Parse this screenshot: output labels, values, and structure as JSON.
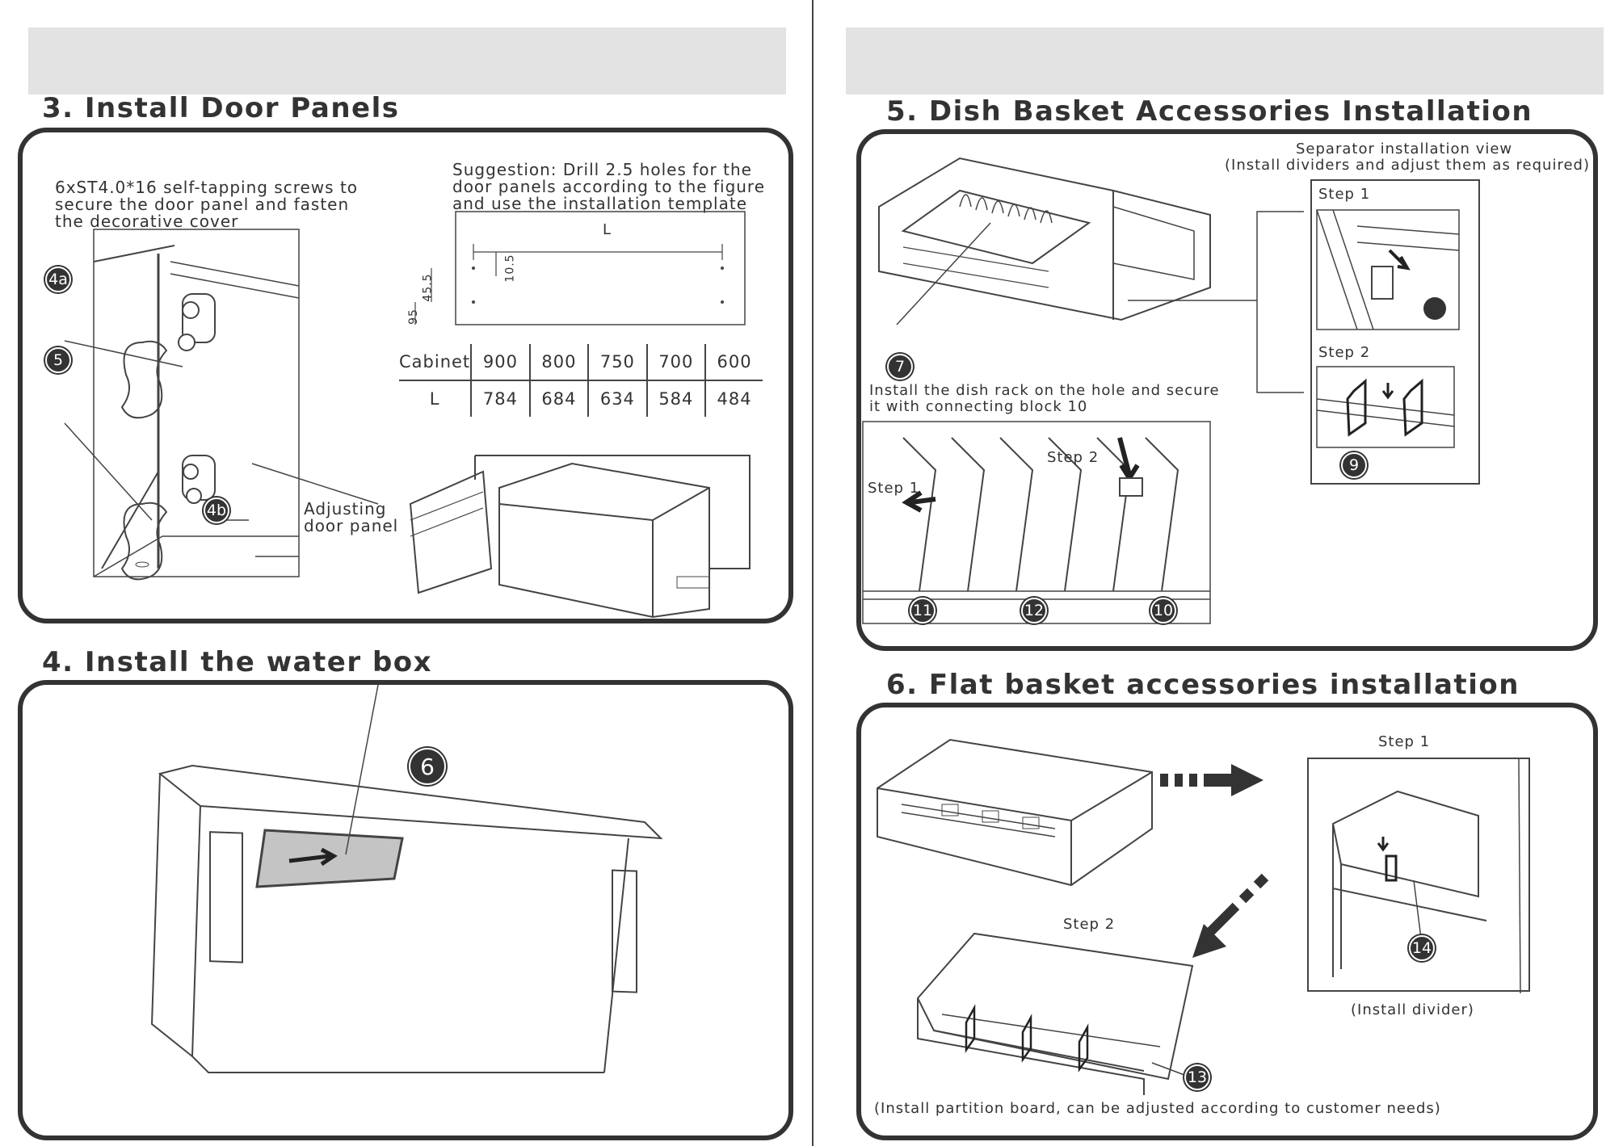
{
  "sections": {
    "door_panels": {
      "title": "3. Install Door Panels",
      "screw_note": "6xST4.0*16 self-tapping screws to secure the door panel and fasten the decorative cover",
      "suggestion": "Suggestion: Drill 2.5 holes for the door panels according to the figure and use the installation template",
      "dim_L": "L",
      "dim_105": "10.5",
      "dim_455": "45.5",
      "dim_95": "95",
      "adjust_label": "Adjusting door panel",
      "badges": {
        "a": "4a",
        "five": "5",
        "b": "4b"
      },
      "table": {
        "header": [
          "Cabinet",
          "900",
          "800",
          "750",
          "700",
          "600"
        ],
        "row": [
          "L",
          "784",
          "684",
          "634",
          "584",
          "484"
        ]
      }
    },
    "water_box": {
      "title": "4. Install the water box",
      "badge": "6"
    },
    "dish_basket": {
      "title": "5. Dish Basket Accessories Installation",
      "sep_title": "Separator installation view",
      "sep_sub": "(Install dividers and adjust them as required)",
      "step1": "Step 1",
      "step2": "Step 2",
      "rack_note": "Install the dish rack on the hole and secure it with connecting block 10",
      "badges": {
        "seven": "7",
        "nine": "9",
        "eleven": "11",
        "twelve": "12",
        "ten": "10"
      }
    },
    "flat_basket": {
      "title": "6. Flat basket accessories installation",
      "step1": "Step 1",
      "step2": "Step 2",
      "install_divider": "(Install divider)",
      "partition_note": "(Install partition board, can be adjusted according to customer needs)",
      "badges": {
        "fourteen": "14",
        "thirteen": "13"
      }
    }
  }
}
